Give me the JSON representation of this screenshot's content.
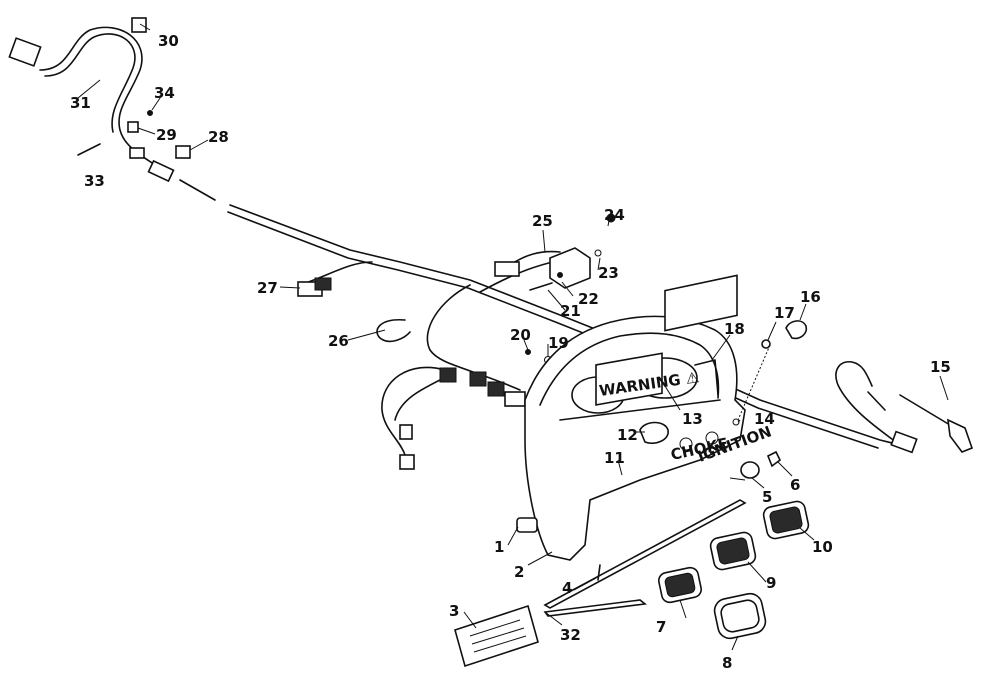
{
  "diagram": {
    "colors": {
      "ink": "#111111",
      "paper": "#ffffff"
    },
    "callouts": [
      "1",
      "2",
      "3",
      "4",
      "5",
      "6",
      "7",
      "8",
      "9",
      "10",
      "11",
      "12",
      "13",
      "14",
      "15",
      "16",
      "17",
      "18",
      "19",
      "20",
      "21",
      "22",
      "23",
      "24",
      "25",
      "26",
      "27",
      "28",
      "29",
      "30",
      "31",
      "32",
      "33",
      "34"
    ],
    "panel_text": {
      "warning_label": "WARNING ⚠",
      "choke": "CHOKE",
      "ignition": "IGNITION"
    }
  }
}
